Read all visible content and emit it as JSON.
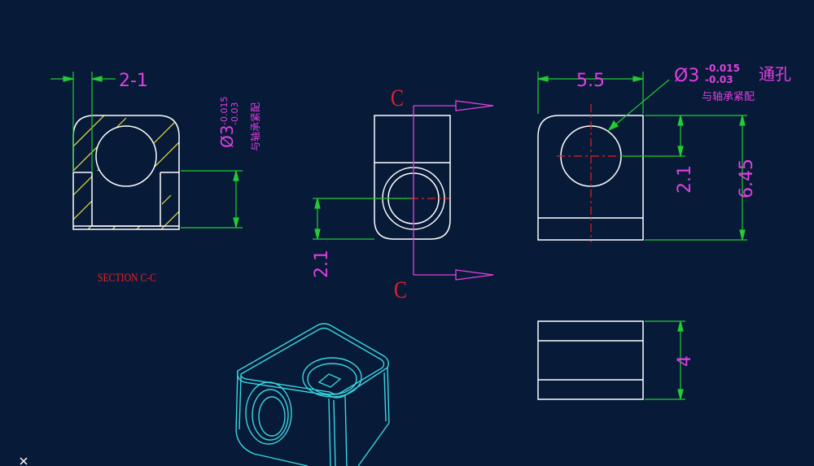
{
  "colors": {
    "background": "#071a38",
    "outline": "#ffffff",
    "hatch": "#e8e040",
    "dimension_line": "#22cc33",
    "dimension_text": "#e040e0",
    "center_line": "#e82020",
    "section_label": "#e8202a",
    "iso_view": "#3ad6e0"
  },
  "section_view": {
    "width_callout": "2-1",
    "hole_prefix": "Ø3",
    "hole_tol_upper": "-0.015",
    "hole_tol_lower": "-0.03",
    "hole_note": "与轴承紧配",
    "label": "SECTION C-C"
  },
  "front_view": {
    "height_dim": "2.1",
    "section_mark_top": "C",
    "section_mark_bottom": "C"
  },
  "right_view": {
    "width_dim": "5.5",
    "hole_prefix": "Ø3",
    "hole_tol_upper": "-0.015",
    "hole_tol_lower": "-0.03",
    "through_note": "通孔",
    "fit_note": "与轴承紧配",
    "center_height_dim": "2.1",
    "total_height_dim": "6.45"
  },
  "bottom_view": {
    "thickness_dim": "4"
  },
  "iso_view": {
    "icon": "isometric-part-icon"
  },
  "ucs": {
    "icon": "ucs-axis-icon"
  }
}
